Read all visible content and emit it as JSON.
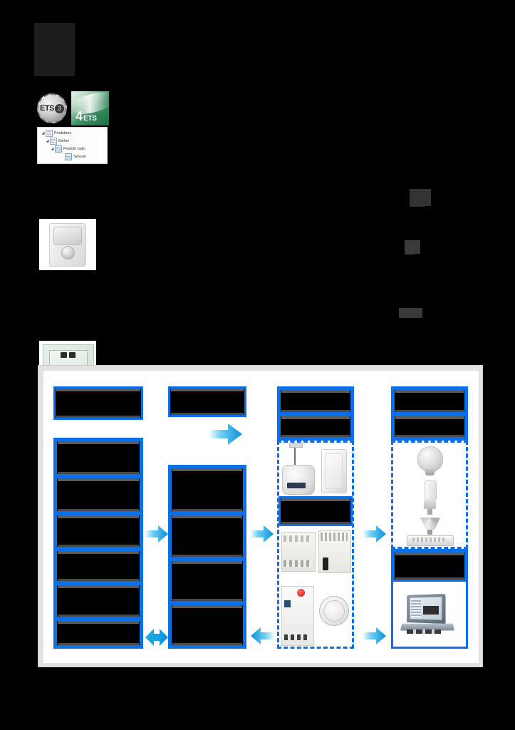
{
  "page": {
    "language": "it",
    "background_color": "#000000",
    "redacted": true,
    "note_text": ""
  },
  "heading": {
    "redacted_block_label": ""
  },
  "badges": {
    "ets3": {
      "name": "ets3-badge",
      "text": "ETS",
      "version": "3"
    },
    "ets4": {
      "name": "ets4-badge",
      "number": "4",
      "suffix": "ETS"
    }
  },
  "product_tree": {
    "name": "product-catalog-tree",
    "items": [
      {
        "label": "Produttore",
        "indent": 0,
        "expander": "◢",
        "icon": "catalog-icon"
      },
      {
        "label": "Berker",
        "indent": 1,
        "expander": "◢",
        "icon": "catalog-icon"
      },
      {
        "label": "Prodotti radio",
        "indent": 2,
        "expander": "◢",
        "icon": "radio-products-icon"
      },
      {
        "label": "Sensori",
        "indent": 3,
        "expander": "",
        "icon": "sensor-icon"
      }
    ]
  },
  "photos": {
    "motion_sensor": {
      "name": "photo-motion-sensor",
      "caption": ""
    },
    "flush_insert": {
      "name": "photo-flush-mount-insert",
      "caption": ""
    }
  },
  "diagram": {
    "name": "knx-system-flow-diagram",
    "frame_color": "#e2e2e2",
    "box_border_color": "#0b6fe8",
    "arrow_color": "#18a6e0",
    "columns": [
      {
        "name": "column-sensors",
        "header": {
          "label": "",
          "redacted": true
        },
        "cells": [
          {
            "label": "",
            "redacted": true
          },
          {
            "label": "",
            "redacted": true
          },
          {
            "label": "",
            "redacted": true
          },
          {
            "label": "",
            "redacted": true
          },
          {
            "label": "",
            "redacted": true
          },
          {
            "label": "",
            "redacted": true
          }
        ]
      },
      {
        "name": "column-bus",
        "header": {
          "label": "",
          "redacted": true
        },
        "cells": [
          {
            "label": "",
            "redacted": true
          },
          {
            "label": "",
            "redacted": true
          },
          {
            "label": "",
            "redacted": true
          },
          {
            "label": "",
            "redacted": true
          }
        ]
      },
      {
        "name": "column-actuators",
        "header": {
          "label": "",
          "redacted": true
        },
        "subheader": {
          "label": "",
          "redacted": true
        },
        "cells": [
          {
            "label": "",
            "redacted": true,
            "image": "rf-actuator-and-wall-device"
          },
          {
            "label": "",
            "redacted": true
          },
          {
            "label": "",
            "redacted": true,
            "image": "din-rail-actuators"
          },
          {
            "label": "",
            "redacted": true,
            "image": "din-module-and-ceiling-sensor"
          }
        ]
      },
      {
        "name": "column-loads",
        "header": {
          "label": "",
          "redacted": true
        },
        "subheader": {
          "label": "",
          "redacted": true
        },
        "cells": [
          {
            "label": "",
            "redacted": true,
            "image": "lamps-and-ballast"
          },
          {
            "label": "",
            "redacted": true
          },
          {
            "label": "",
            "redacted": true,
            "image": "laptop-ets-software"
          }
        ]
      }
    ],
    "arrows": [
      {
        "name": "arrow-top-right",
        "direction": "right"
      },
      {
        "name": "arrow-col1-to-col2",
        "direction": "right"
      },
      {
        "name": "arrow-col2-to-col3",
        "direction": "right"
      },
      {
        "name": "arrow-col3-to-col4",
        "direction": "right"
      },
      {
        "name": "arrow-col1-col2-bidirectional",
        "direction": "both"
      },
      {
        "name": "arrow-col3-to-col2-back",
        "direction": "left"
      },
      {
        "name": "arrow-col3-to-col4-bottom",
        "direction": "right"
      }
    ]
  },
  "right_redactions": [
    {
      "name": "redaction-block-1"
    },
    {
      "name": "redaction-block-2"
    },
    {
      "name": "redaction-block-3"
    }
  ]
}
